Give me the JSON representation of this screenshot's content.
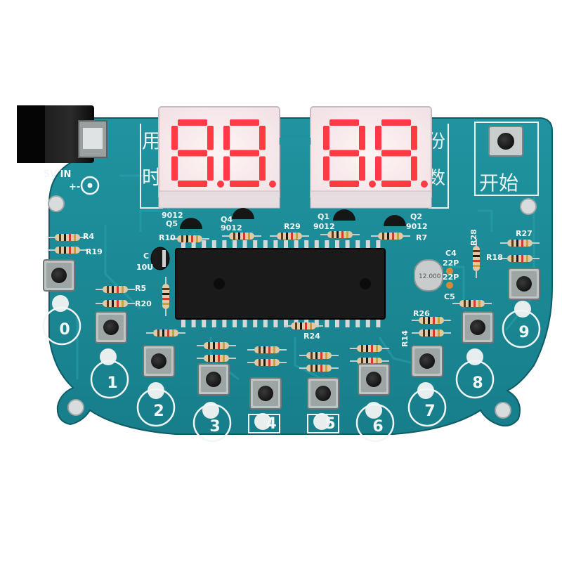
{
  "board": {
    "display_left": "",
    "display_right": "",
    "power_label": "5V IN",
    "power_polarity": "+-",
    "label_time_top": "用",
    "label_time_bottom": "时",
    "label_count_top": "份",
    "label_count_bottom": "数",
    "start_label": "开始",
    "key_labels": [
      "0",
      "1",
      "2",
      "3",
      "4",
      "5",
      "6",
      "7",
      "8",
      "9"
    ],
    "components": {
      "r4": "R4",
      "r19": "R19",
      "r5": "R5",
      "r20": "R20",
      "r10": "R10",
      "c": "C",
      "c_value": "10U",
      "r29": "R29",
      "r7": "R7",
      "r28": "R28",
      "r27": "R27",
      "r18": "R18",
      "c4": "C4",
      "c5": "C5",
      "c4_value": "22P",
      "c5_value": "22P",
      "r24": "R24",
      "r26": "R26",
      "r14": "R14",
      "q5": "Q5",
      "q5_part": "9012",
      "q4": "Q4",
      "q4_part": "9012",
      "q1": "Q1",
      "q1_part": "9012",
      "q2": "Q2",
      "q2_part": "9012",
      "crystal": "12.000"
    }
  },
  "colors": {
    "pcb": "#1c8a96",
    "pcb_dark": "#146f7a",
    "silkscreen": "#f2f6f6",
    "segment_on": "#ff3a45",
    "segment_face": "#f4eef0",
    "chip": "#1a1a1a"
  }
}
